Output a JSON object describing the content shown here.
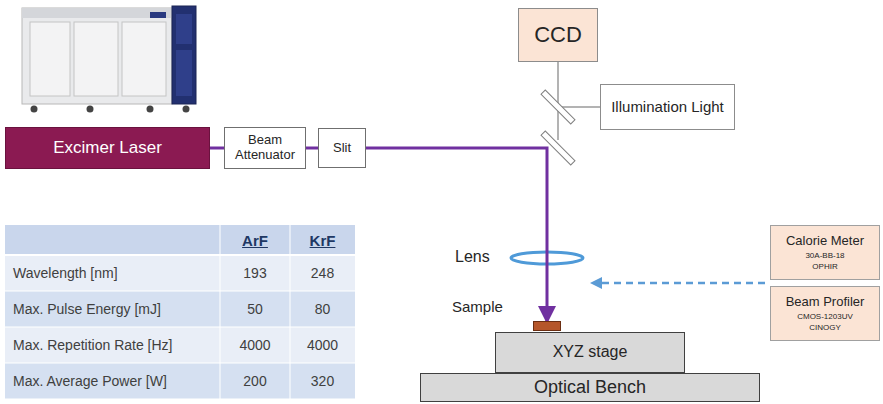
{
  "diagram": {
    "nodes": [
      {
        "text": [
          "CCD"
        ]
      },
      {
        "text": [
          "Illumination Light"
        ]
      },
      {
        "text": [
          "Excimer Laser"
        ]
      },
      {
        "text": [
          "Beam Attenuator"
        ]
      },
      {
        "text": [
          "Slit"
        ]
      },
      {
        "text": [
          "Sample"
        ]
      },
      {
        "text": [
          "XYZ stage"
        ]
      },
      {
        "text": [
          "Calorie Meter",
          "30A-BB-18",
          "OPHIR"
        ]
      },
      {
        "text": [
          "Beam Profiler",
          "CMOS-1203UV",
          "CINOGY"
        ]
      },
      {
        "text": [
          "Optical Bench"
        ]
      }
    ],
    "edges": [
      {
        "from": 2,
        "to": 3,
        "arrow": "none"
      },
      {
        "from": 3,
        "to": 4,
        "arrow": "none"
      },
      {
        "from": 4,
        "to": 5,
        "arrow": "to"
      }
    ],
    "labels": [
      "Lens",
      "ArF",
      "KrF",
      "Wavelength [nm]",
      "193",
      "248",
      "Max. Pulse Energy [mJ]",
      "50",
      "80",
      "Max. Repetition Rate [Hz]",
      "4000",
      "4000",
      "Max. Average Power [W]",
      "200",
      "320"
    ]
  }
}
